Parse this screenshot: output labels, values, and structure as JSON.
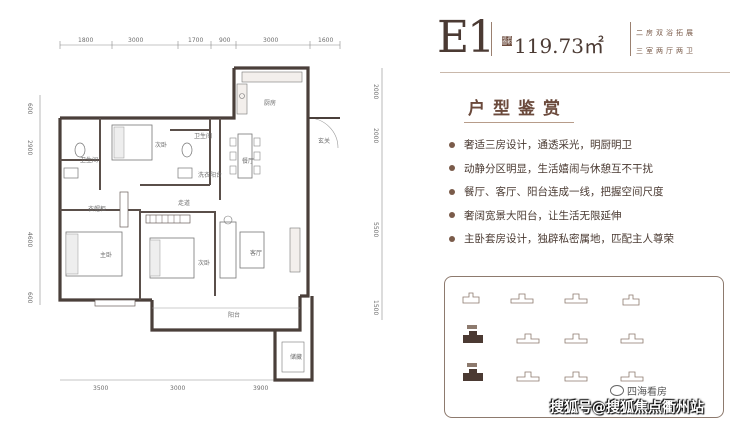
{
  "unit": {
    "code": "E1",
    "area_tag": "建筑面积",
    "area": "119.73㎡",
    "style_label": "二房双浴拓展",
    "room_label": "三室两厅两卫"
  },
  "features": {
    "title": "户型鉴赏",
    "items": [
      "奢适三房设计，通透采光，明厨明卫",
      "动静分区明显，生活嬉闹与休憩互不干扰",
      "餐厅、客厅、阳台连成一线，把握空间尺度",
      "奢阔宽景大阳台，让生活无限延伸",
      "主卧套房设计，独辟私密属地，匹配主人尊荣"
    ]
  },
  "plan": {
    "rooms": {
      "kitchen": "厨房",
      "bedroom_top": "次卧",
      "bath_left": "卫生间",
      "bath_right": "卫生间",
      "dining": "餐厅",
      "laundry": "洗衣阳台",
      "cabinet": "衣帽柜",
      "hallway": "走道",
      "entry": "玄关",
      "master": "主卧",
      "bedroom2": "次卧",
      "living": "客厅",
      "balcony": "阳台",
      "small": "储藏"
    },
    "dims_top": [
      "1800",
      "3000",
      "1700",
      "900",
      "3000",
      "1600"
    ],
    "dims_bottom": [
      "3500",
      "3000",
      "3900"
    ],
    "dims_left": [
      "600",
      "2900",
      "4600",
      "600"
    ],
    "dims_right": [
      "2000",
      "2000",
      "5500",
      "1500"
    ]
  },
  "watermark": {
    "account": "四海看房",
    "overlay": "搜狐号@搜狐焦点衢州站"
  }
}
